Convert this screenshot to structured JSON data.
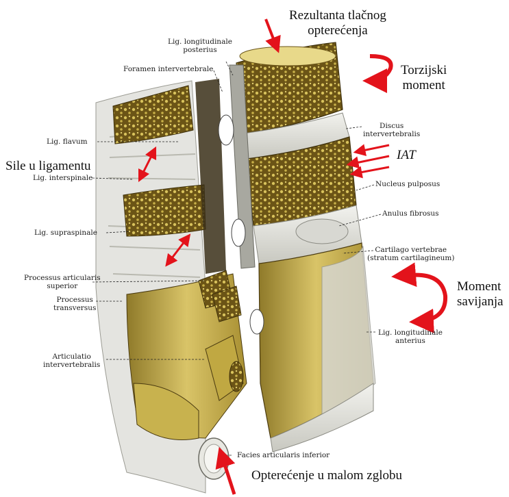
{
  "forces": {
    "compression": [
      "Rezultanta tlačnog",
      "opterećenja"
    ],
    "torsion": [
      "Torzijski",
      "moment"
    ],
    "iat": "IAT",
    "ligament_forces": "Sile u ligamentu",
    "bending": [
      "Moment",
      "savijanja"
    ],
    "facet_load": "Opterećenje u malom zglobu"
  },
  "anatomy": {
    "lig_long_post": [
      "Lig. longitudinale",
      "posterius"
    ],
    "foramen": "Foramen intervertebrale",
    "discus": [
      "Discus",
      "intervertebralis"
    ],
    "lig_flavum": "Lig. flavum",
    "lig_interspinale": "Lig. interspinale",
    "nucleus": "Nucleus pulposus",
    "anulus": "Anulus fibrosus",
    "lig_supraspinale": "Lig. supraspinale",
    "cartilago": [
      "Cartilago vertebrae",
      "(stratum cartilagineum)"
    ],
    "proc_art_sup": [
      "Processus articularis",
      "superior"
    ],
    "proc_trans": [
      "Processus",
      "transversus"
    ],
    "lig_long_ant": [
      "Lig. longitudinale",
      "anterius"
    ],
    "articulatio": [
      "Articulatio",
      "intervertebralis"
    ],
    "facies": "Facies articularis inferior"
  },
  "colors": {
    "arrow": "#e3131b",
    "bone": "#c9b04a",
    "bone_dark": "#5a4614",
    "disc": "#e6e6e0",
    "text": "#1a1a1a"
  }
}
